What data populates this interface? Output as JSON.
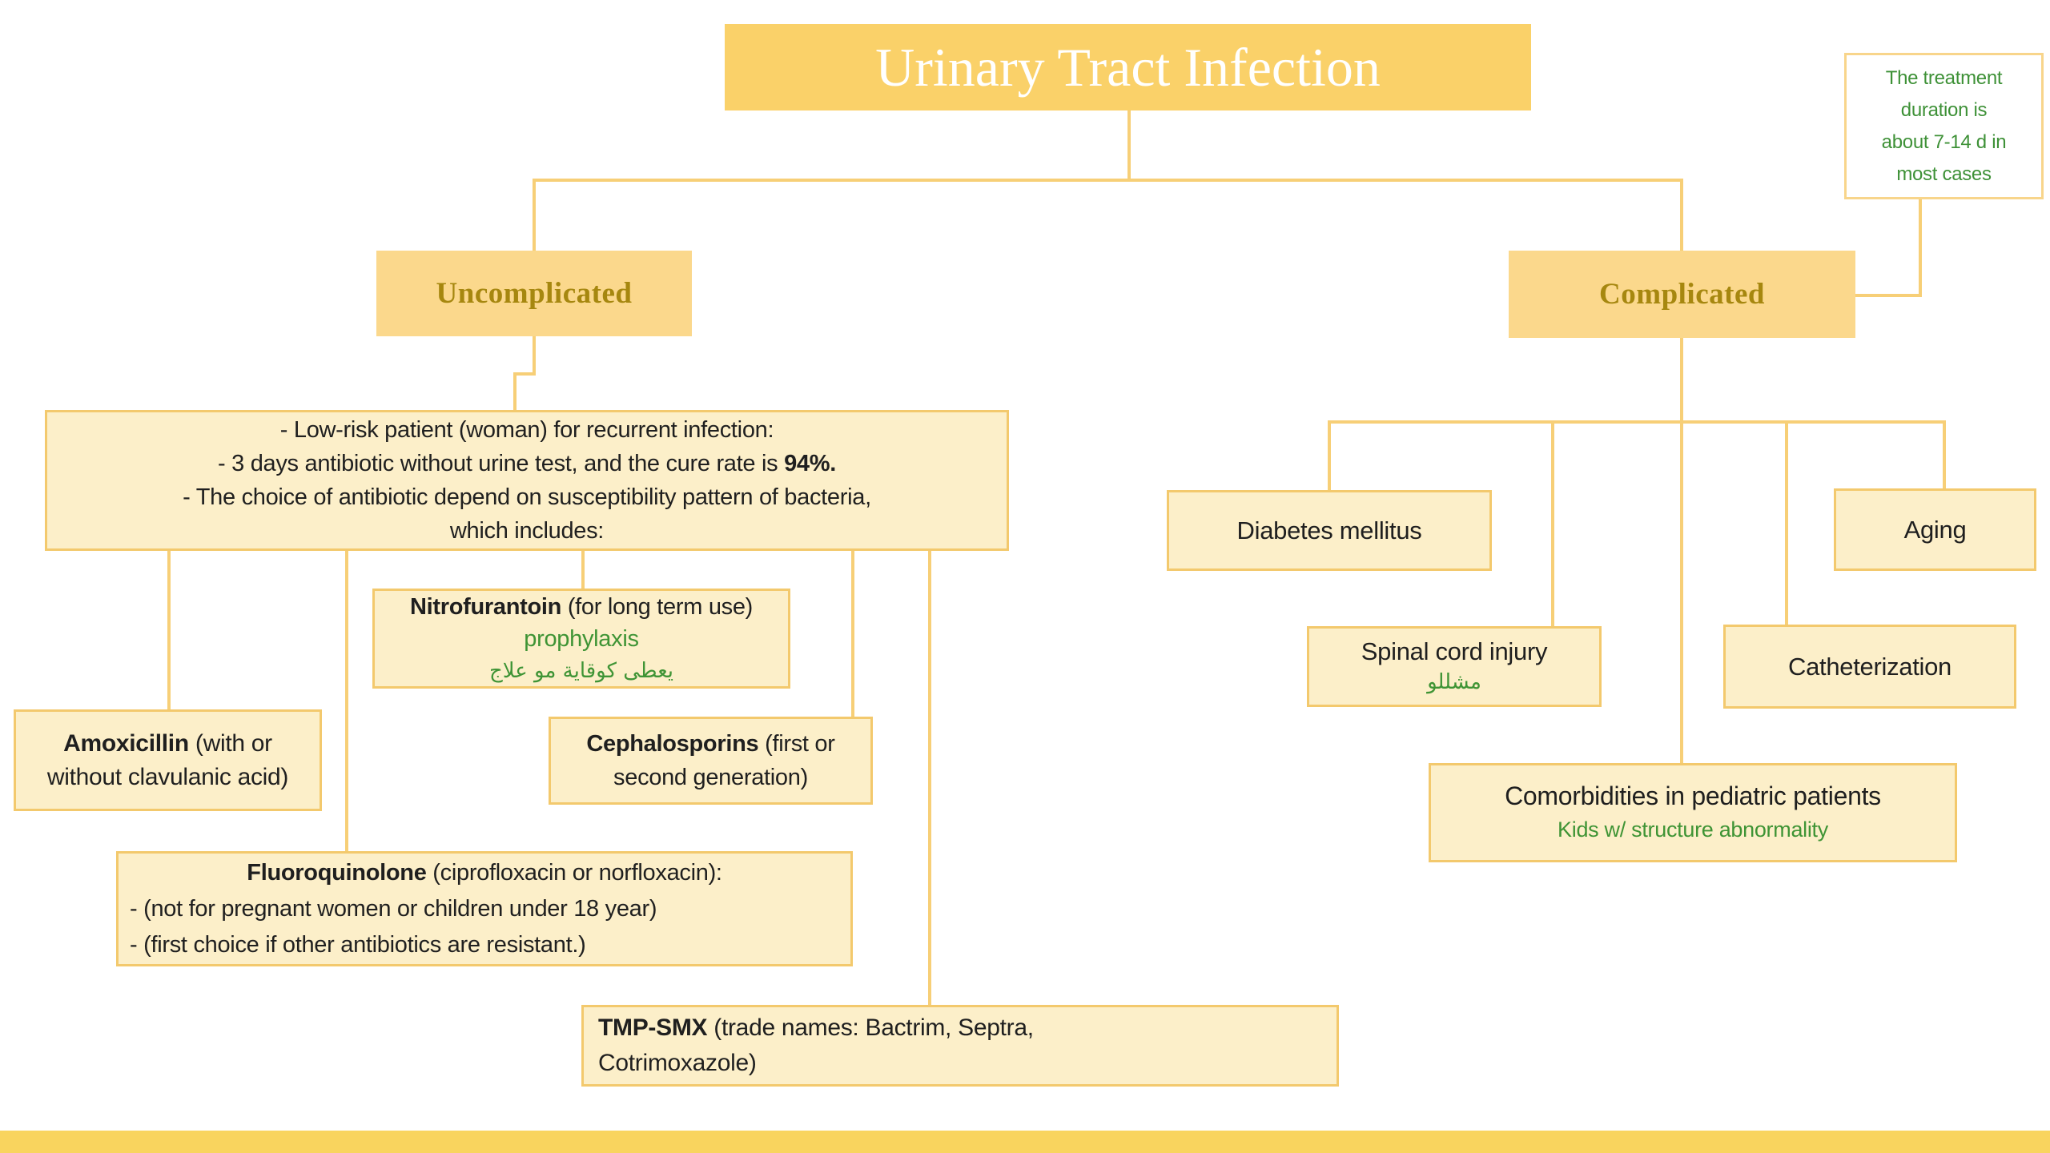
{
  "title": "Urinary Tract Infection",
  "colors": {
    "title_fill": "#fad169",
    "header_fill": "#fbd88c",
    "header_text": "#a6870f",
    "node_fill": "#fcefc9",
    "node_border": "#f3c96d",
    "connector": "#f7cf77",
    "green_text": "#3f9435",
    "bottom_bar": "#f9d45e"
  },
  "note": {
    "lines": [
      "The treatment",
      "duration is",
      "about 7-14 d in",
      "most cases"
    ]
  },
  "branches": {
    "left": "Uncomplicated",
    "right": "Complicated"
  },
  "uncomplicated_info": {
    "line1": "- Low-risk patient (woman) for recurrent infection:",
    "line2_text": "- 3 days antibiotic without urine test, and the cure rate is ",
    "line2_bold": "94%.",
    "line3": "- The choice of antibiotic depend on susceptibility pattern of bacteria,",
    "line4": "which includes:"
  },
  "antibiotics": {
    "nitrofurantoin": {
      "name": "Nitrofurantoin",
      "rest": " (for long term use) ",
      "highlight": "prophylaxis",
      "arabic": "يعطى كوقاية مو علاج"
    },
    "amoxicillin": {
      "name": "Amoxicillin",
      "rest": " (with or without clavulanic acid)"
    },
    "cephalosporins": {
      "name": "Cephalosporins",
      "rest": " (first or second generation)"
    },
    "fluoroquinolone": {
      "name": "Fluoroquinolone",
      "rest": " (ciprofloxacin or norfloxacin):",
      "bullet1": "- (not for pregnant women or children under 18 year)",
      "bullet2": "- (first choice if other antibiotics are resistant.)"
    },
    "tmp_smx": {
      "name": "TMP-SMX",
      "rest": " (trade names: Bactrim, Septra,",
      "line2": "Cotrimoxazole)"
    }
  },
  "complicated_factors": {
    "diabetes": "Diabetes mellitus",
    "spinal": {
      "en": "Spinal cord injury",
      "ar": "مشللو"
    },
    "aging": "Aging",
    "catheterization": "Catheterization",
    "comorbidities": {
      "en": "Comorbidities in pediatric patients",
      "sub": "Kids w/ structure abnormality"
    }
  }
}
